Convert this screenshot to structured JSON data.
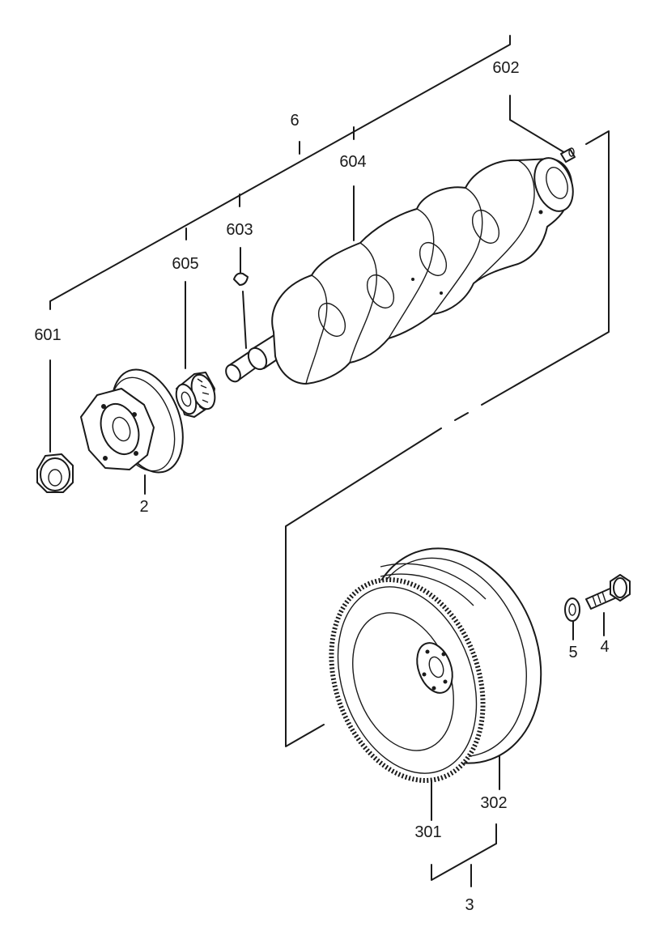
{
  "callouts": {
    "assembly_6": "6",
    "pulley_2": "2",
    "ring_gear_assembly_3": "3",
    "bolt_4": "4",
    "washer_5": "5",
    "ring_gear_301": "301",
    "flywheel_302": "302",
    "nut_601": "601",
    "pin_602": "602",
    "key_603": "603",
    "crankshaft_604": "604",
    "gear_605": "605"
  }
}
